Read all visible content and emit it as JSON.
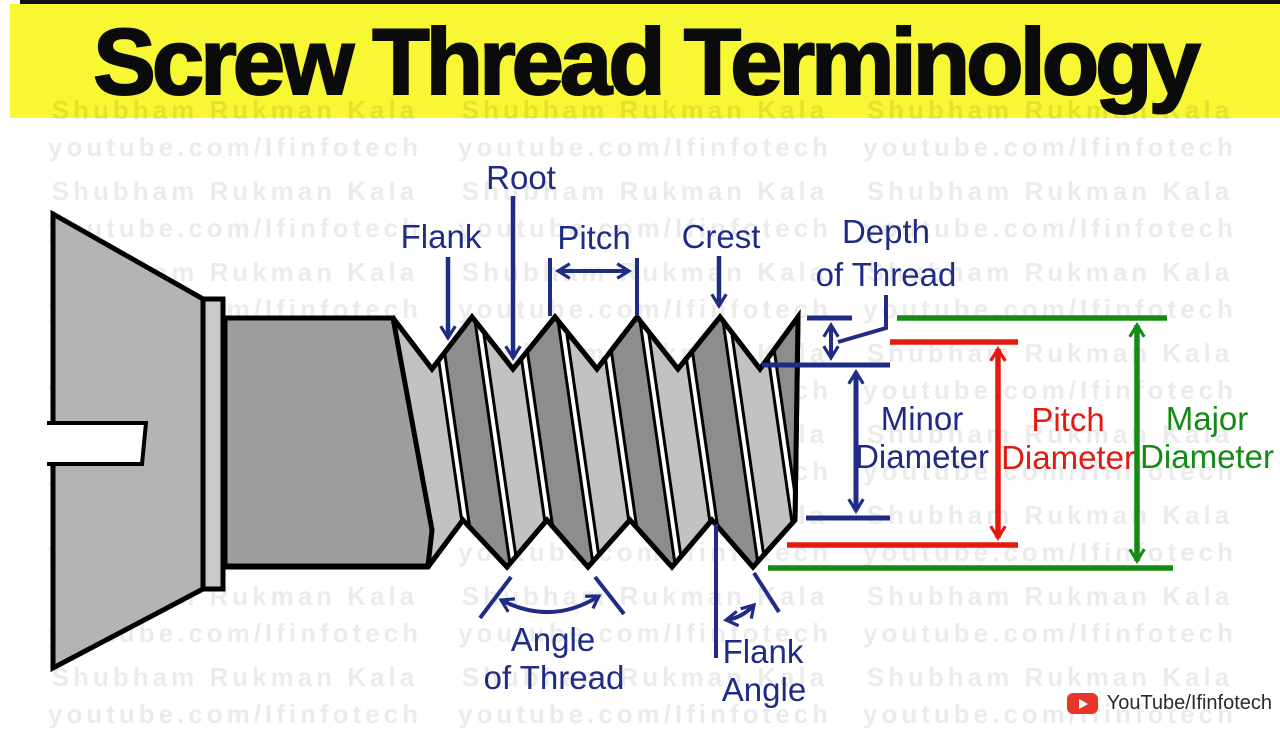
{
  "banner": {
    "title": "Screw Thread Terminology"
  },
  "watermark": {
    "line1": "Shubham Rukman Kala",
    "line2": "youtube.com/Ifinfotech"
  },
  "labels": {
    "root": "Root",
    "flank": "Flank",
    "pitch": "Pitch",
    "crest": "Crest",
    "depth_of_thread_1": "Depth",
    "depth_of_thread_2": "of Thread",
    "minor_diameter_1": "Minor",
    "minor_diameter_2": "Diameter",
    "pitch_diameter_1": "Pitch",
    "pitch_diameter_2": "Diameter",
    "major_diameter_1": "Major",
    "major_diameter_2": "Diameter",
    "angle_of_thread_1": "Angle",
    "angle_of_thread_2": "of Thread",
    "flank_angle_1": "Flank",
    "flank_angle_2": "Angle"
  },
  "colors": {
    "banner_yellow": "#F7F733",
    "label_navy": "#1F2C85",
    "pitch_diameter_red": "#E11B10",
    "major_diameter_green": "#158A15",
    "watermark_gray": "#E9E9E9",
    "youtube_red": "#E8352B"
  },
  "footer": {
    "channel": "YouTube/Ifinfotech"
  }
}
